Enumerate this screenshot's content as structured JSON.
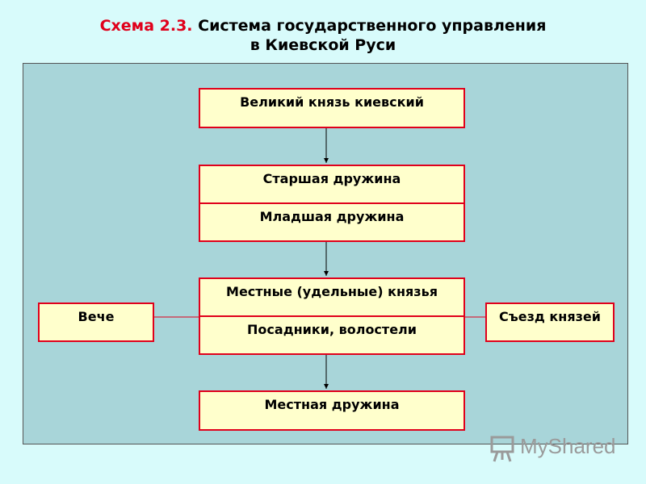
{
  "title": {
    "number": "Схема 2.3.",
    "line1": "Система государственного управления",
    "line2": "в Киевской Руси"
  },
  "boxes": {
    "grand_prince": "Великий князь киевский",
    "senior_retinue": "Старшая дружина",
    "junior_retinue": "Младшая дружина",
    "local_princes": "Местные (удельные) князья",
    "posadniki": "Посадники, волостели",
    "local_retinue": "Местная дружина",
    "veche": "Вече",
    "princes_congress": "Съезд князей"
  },
  "watermark": {
    "text": "MyShared"
  },
  "colors": {
    "background": "#d8fbfb",
    "panel": "#a8d5d9",
    "box_fill": "#ffffcc",
    "box_border": "#e0001b",
    "title_accent": "#e0001b"
  }
}
